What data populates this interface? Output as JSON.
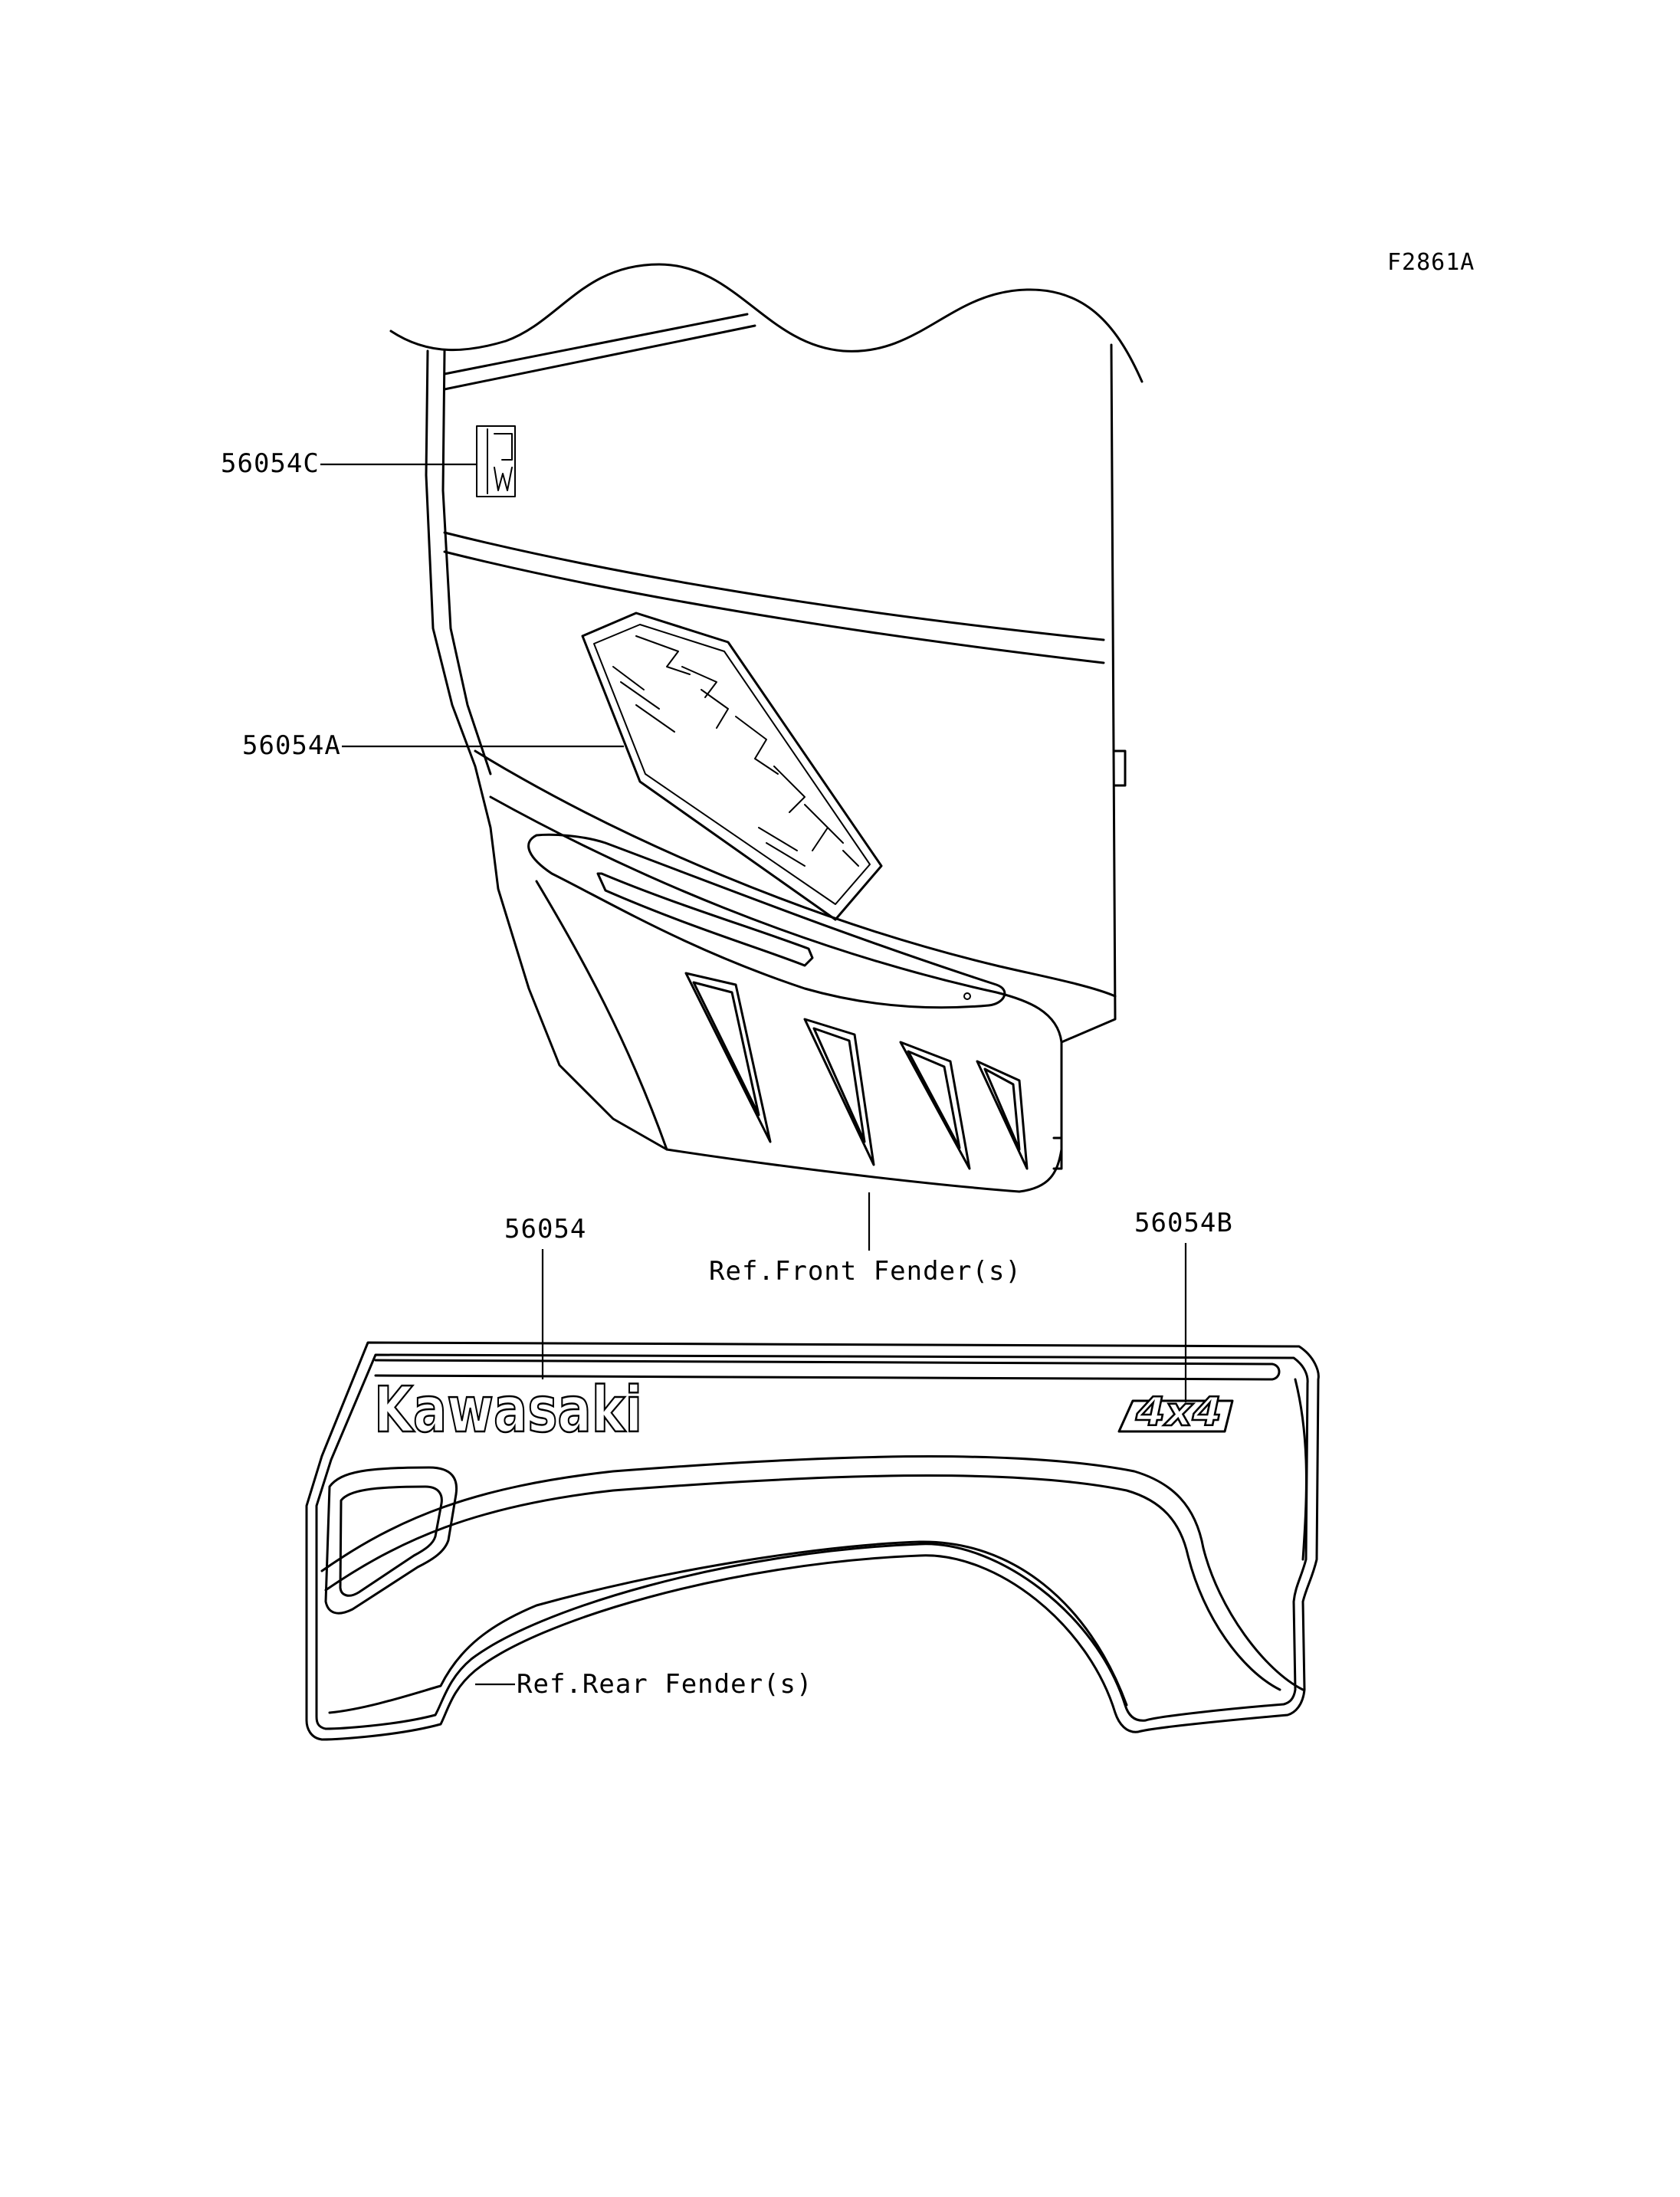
{
  "figure_code": "F2861A",
  "callouts": {
    "part_c": "56054C",
    "part_a": "56054A",
    "part_base": "56054",
    "part_b": "56054B"
  },
  "references": {
    "front_fender": "Ref.Front Fender(s)",
    "rear_fender": "Ref.Rear Fender(s)"
  },
  "decals": {
    "kawasaki_logo": "Kawasaki",
    "four_by_four": "4x4"
  },
  "colors": {
    "line": "#000000",
    "background": "#ffffff"
  }
}
